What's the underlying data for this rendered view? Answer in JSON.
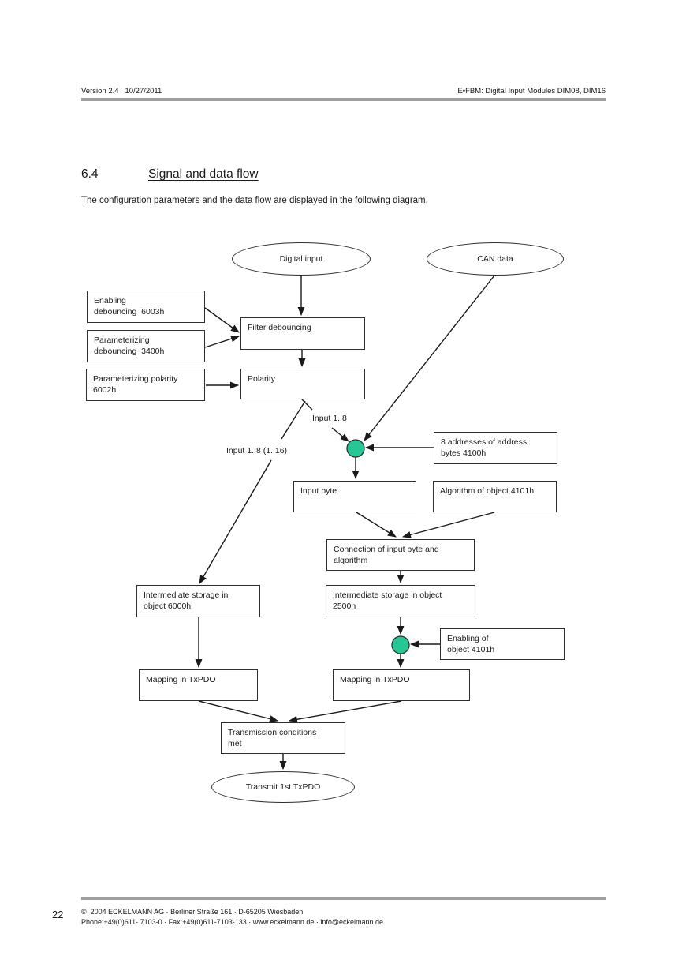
{
  "header": {
    "left": "Version 2.4   10/27/2011",
    "right": "E•FBM: Digital Input Modules DIM08, DIM16"
  },
  "section": {
    "number": "6.4",
    "title": "Signal and data flow"
  },
  "intro": "The configuration parameters and the data flow are displayed in the following diagram.",
  "diagram": {
    "node_color": "#27C795",
    "line_color": "#1a1a1a",
    "ellipses": {
      "digital_input": "Digital input",
      "can_data": "CAN data",
      "transmit": "Transmit 1st TxPDO"
    },
    "boxes": {
      "enabling_debouncing": "Enabling\ndebouncing  6003h",
      "param_debouncing": "Parameterizing\ndebouncing  3400h",
      "param_polarity": "Parameterizing polarity\n6002h",
      "filter_debouncing": "Filter debouncing",
      "polarity": "Polarity",
      "addresses": "8 addresses of address\nbytes 4100h",
      "input_byte": "Input byte",
      "algorithm": "Algorithm of object 4101h",
      "connection": "Connection of input byte and\nalgorithm",
      "interm_6000": "Intermediate storage in\nobject 6000h",
      "interm_2500": "Intermediate storage in object\n2500h",
      "enabling_object": "Enabling of\nobject 4101h",
      "mapping_left": "Mapping in TxPDO",
      "mapping_right": "Mapping in TxPDO",
      "transmission": "Transmission conditions\nmet"
    },
    "labels": {
      "input_1_8": "Input 1..8",
      "input_1_8_16": "Input 1..8 (1..16)"
    }
  },
  "footer": {
    "page_number": "22",
    "line1": "©  2004 ECKELMANN AG · Berliner Straße 161 · D-65205 Wiesbaden",
    "line2": "Phone:+49(0)611- 7103-0 · Fax:+49(0)611-7103-133 · www.eckelmann.de · info@eckelmann.de"
  }
}
